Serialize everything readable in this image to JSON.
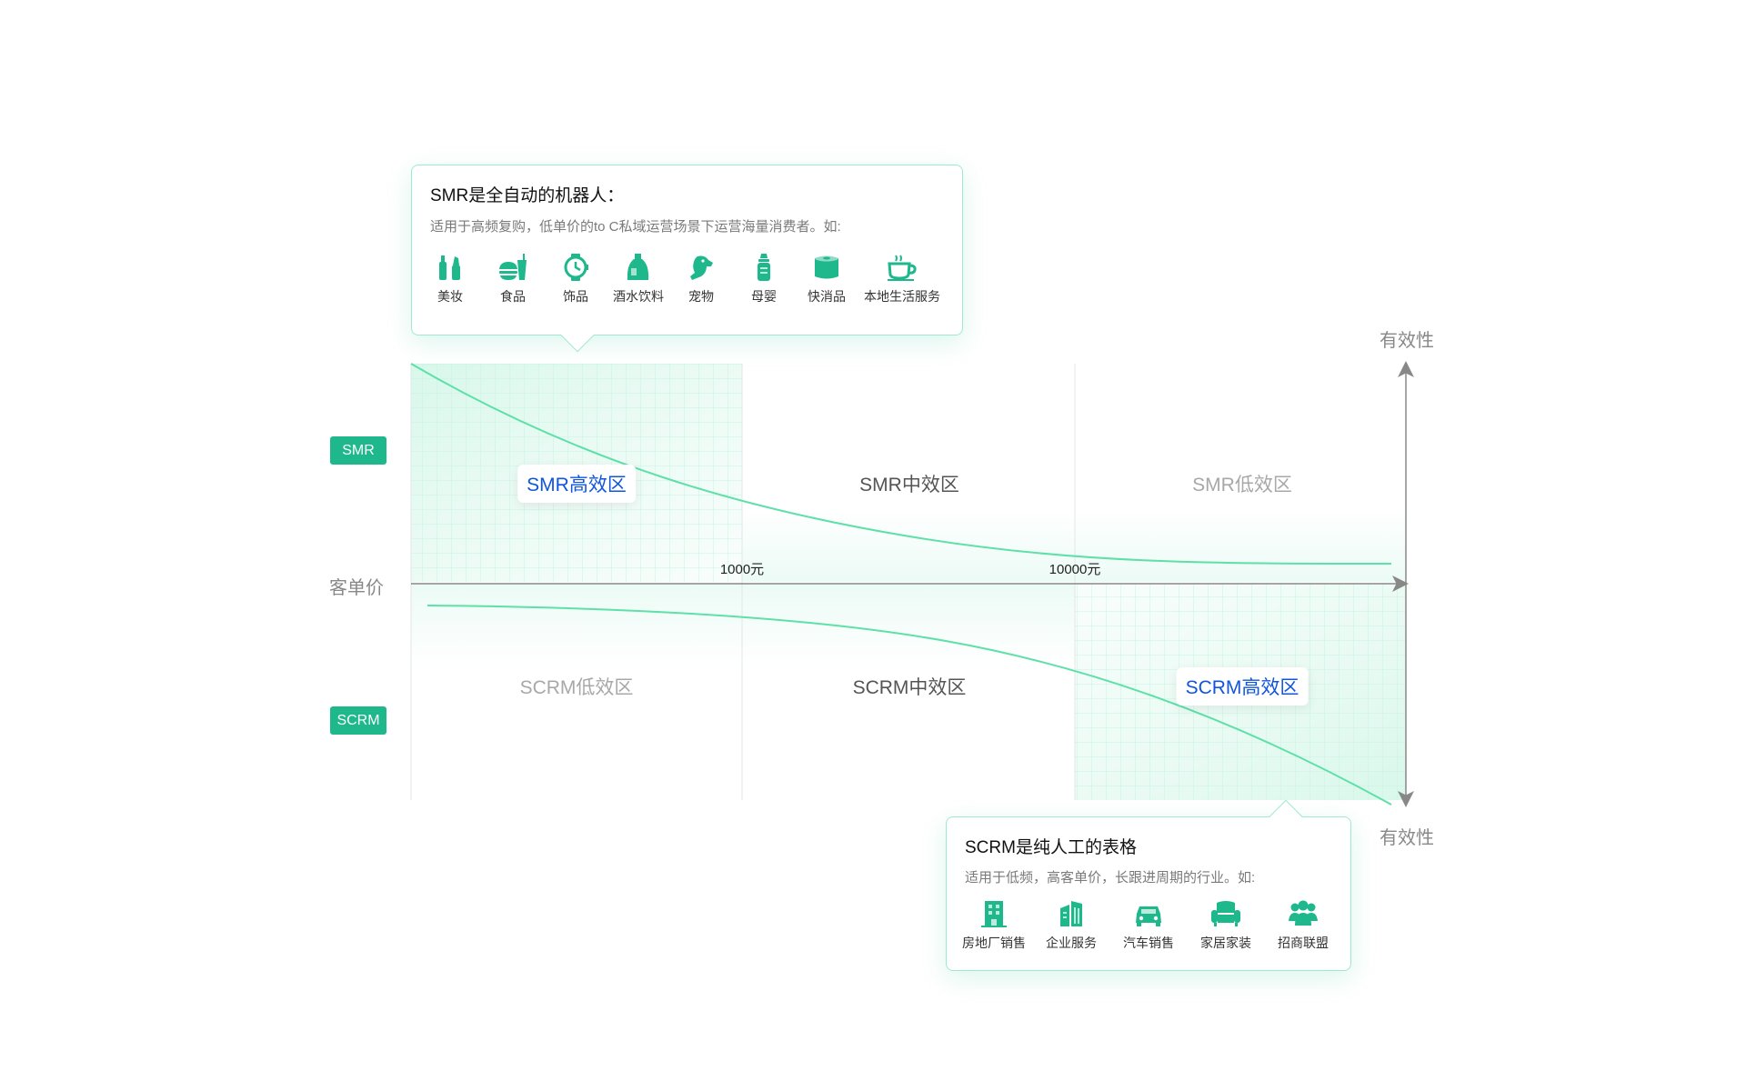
{
  "axes": {
    "x_label": "客单价",
    "y_top_label": "有效性",
    "y_bottom_label": "有效性",
    "ticks": [
      "1000元",
      "10000元"
    ]
  },
  "tags": {
    "smr": "SMR",
    "scrm": "SCRM"
  },
  "zones": {
    "smr_high": "SMR高效区",
    "smr_mid": "SMR中效区",
    "smr_low": "SMR低效区",
    "scrm_low": "SCRM低效区",
    "scrm_mid": "SCRM中效区",
    "scrm_high": "SCRM高效区"
  },
  "smr_callout": {
    "title": "SMR是全自动的机器人：",
    "desc": "适用于高频复购，低单价的to C私域运营场景下运营海量消费者。如:",
    "items": [
      {
        "label": "美妆",
        "icon": "cosmetics-icon"
      },
      {
        "label": "食品",
        "icon": "food-icon"
      },
      {
        "label": "饰品",
        "icon": "watch-icon"
      },
      {
        "label": "酒水饮料",
        "icon": "bottle-icon"
      },
      {
        "label": "宠物",
        "icon": "dog-icon"
      },
      {
        "label": "母婴",
        "icon": "baby-bottle-icon"
      },
      {
        "label": "快消品",
        "icon": "tissue-roll-icon"
      },
      {
        "label": "本地生活服务",
        "icon": "coffee-cup-icon"
      }
    ]
  },
  "scrm_callout": {
    "title": "SCRM是纯人工的表格",
    "desc": "适用于低频，高客单价，长跟进周期的行业。如:",
    "items": [
      {
        "label": "房地厂销售",
        "icon": "building-icon"
      },
      {
        "label": "企业服务",
        "icon": "office-icon"
      },
      {
        "label": "汽车销售",
        "icon": "car-icon"
      },
      {
        "label": "家居家装",
        "icon": "sofa-icon"
      },
      {
        "label": "招商联盟",
        "icon": "people-icon"
      }
    ]
  },
  "colors": {
    "accent": "#1eb88c",
    "curve": "#5ee0a8",
    "highlight_text": "#1155dd",
    "axis": "#888888"
  }
}
